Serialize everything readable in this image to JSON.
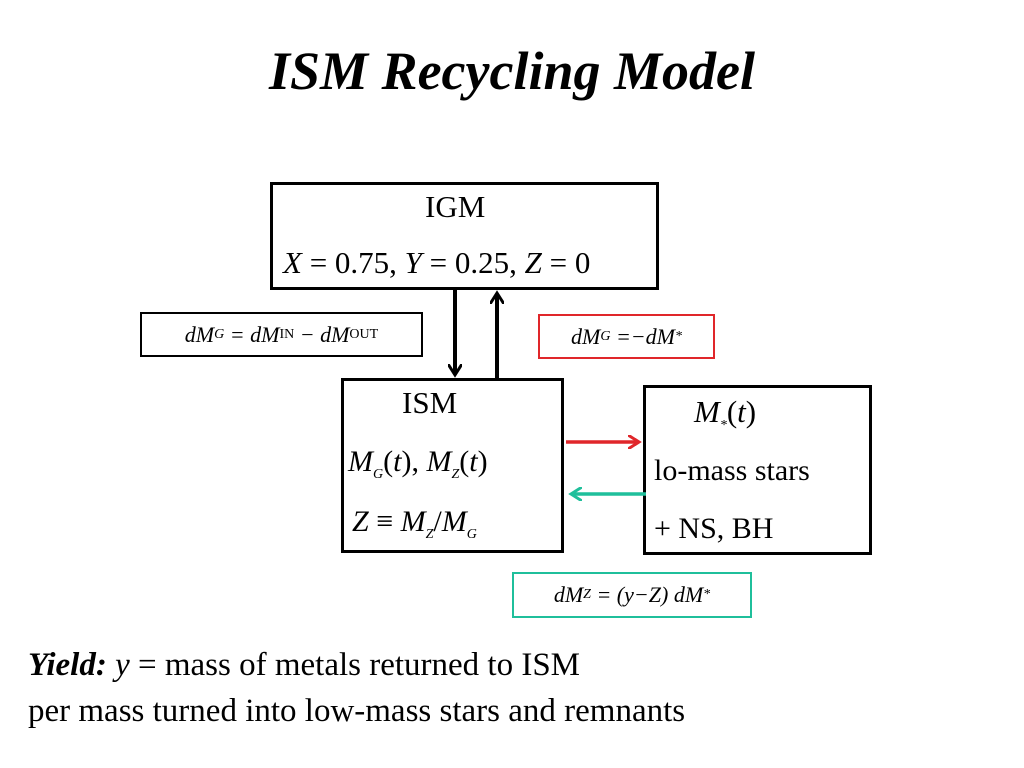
{
  "title": "ISM  Recycling Model",
  "igm": {
    "label": "IGM",
    "X": "X",
    "X_val": "0.75",
    "Y": "Y",
    "Y_val": "0.25",
    "Z": "Z",
    "Z_val": "0"
  },
  "inflow_eq": {
    "lhs": "dM",
    "lhs_sub": "G",
    "t1": "dM",
    "t1_sub": "IN",
    "t2": "dM",
    "t2_sub": "OUT"
  },
  "sf_eq": {
    "lhs": "dM",
    "lhs_sub": "G",
    "rhs": "dM",
    "rhs_sub": "*"
  },
  "ism": {
    "label": "ISM",
    "mg": "M",
    "mg_sub": "G",
    "mz": "M",
    "mz_sub": "Z",
    "t": "t",
    "z": "Z",
    "zdef_num": "M",
    "zdef_num_sub": "Z",
    "zdef_den": "M",
    "zdef_den_sub": "G"
  },
  "stars": {
    "mstar": "M",
    "mstar_sub": "*",
    "t": "t",
    "line2": "lo-mass stars",
    "line3": "+ NS, BH"
  },
  "metal_eq": {
    "lhs": "dM",
    "lhs_sub": "Z",
    "y": "y",
    "z": "Z",
    "rhs": "dM",
    "rhs_sub": "*"
  },
  "yield_text": {
    "label": "Yield:",
    "var": "y",
    "eq": "=",
    "line1": "mass of metals returned to ISM",
    "line2": "per mass turned into low-mass stars and remnants"
  },
  "colors": {
    "red": "#e0262a",
    "teal": "#1fbf9b",
    "black": "#000000"
  }
}
